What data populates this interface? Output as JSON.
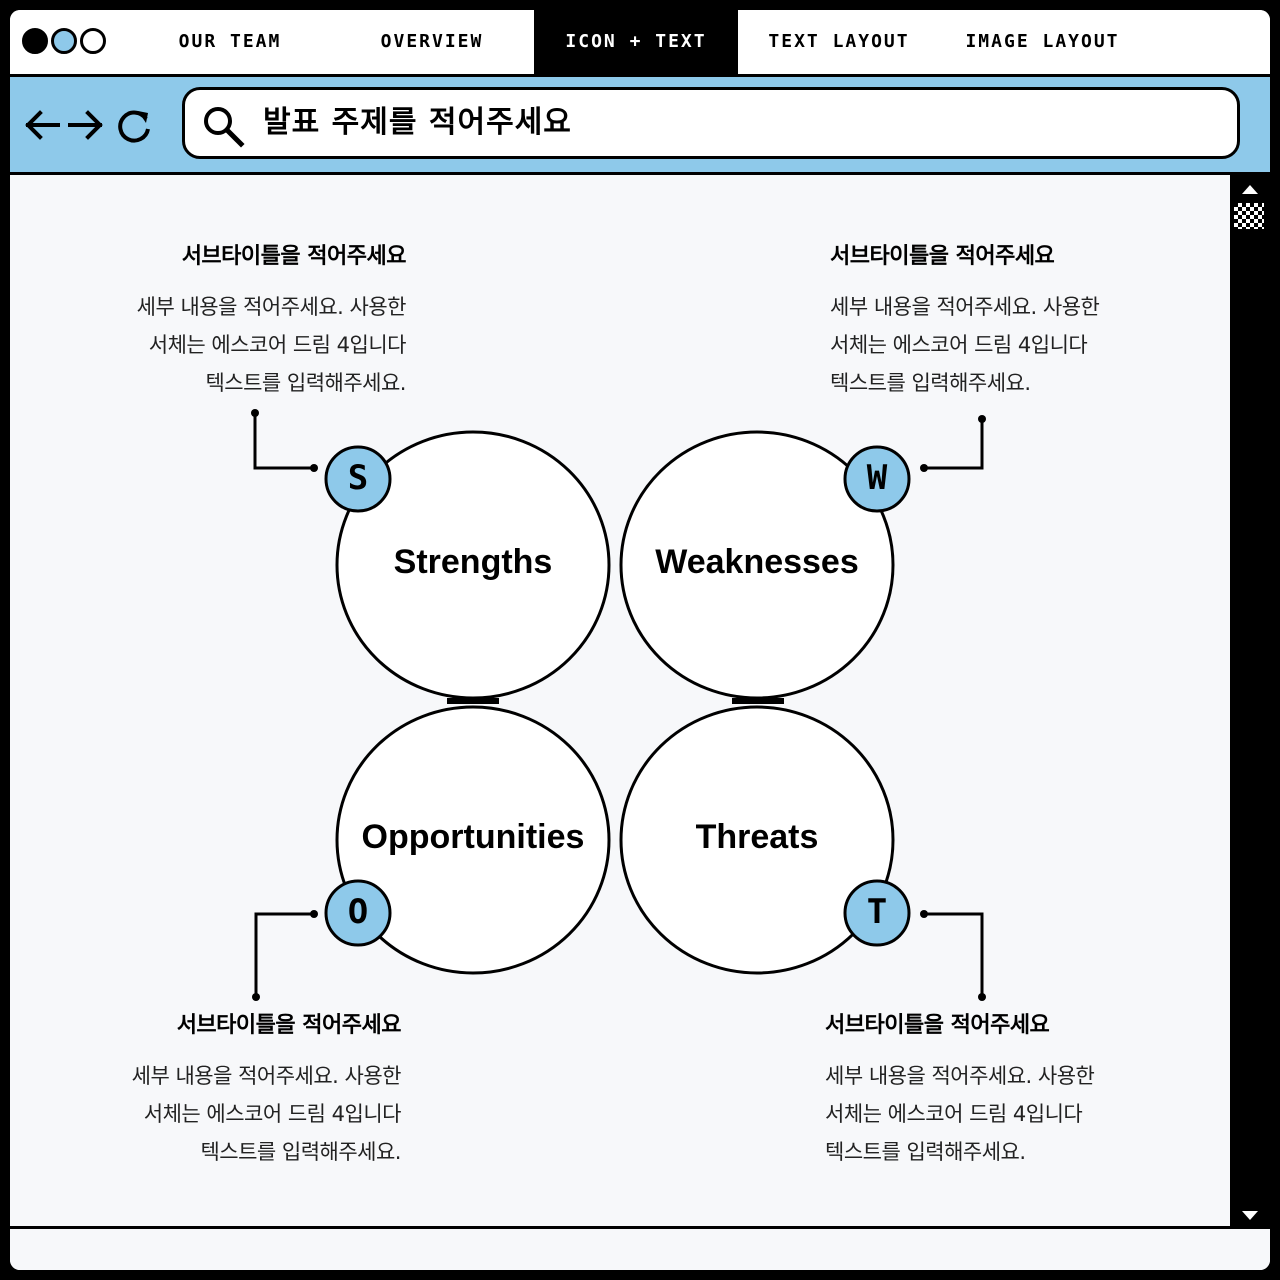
{
  "tabs": [
    {
      "label": "OUR TEAM"
    },
    {
      "label": "OVERVIEW"
    },
    {
      "label": "ICON + TEXT",
      "active": true
    },
    {
      "label": "TEXT LAYOUT"
    },
    {
      "label": "IMAGE LAYOUT"
    }
  ],
  "window_controls": [
    "black-dot",
    "blue-dot",
    "white-dot"
  ],
  "nav": {
    "back_icon": "arrow-left-icon",
    "forward_icon": "arrow-right-icon",
    "refresh_icon": "refresh-icon",
    "search_icon": "search-icon",
    "search_text": "발표 주제를 적어주세요"
  },
  "swot": {
    "strengths": {
      "letter": "S",
      "label": "Strengths"
    },
    "weaknesses": {
      "letter": "W",
      "label": "Weaknesses"
    },
    "opportunities": {
      "letter": "O",
      "label": "Opportunities"
    },
    "threats": {
      "letter": "T",
      "label": "Threats"
    }
  },
  "blocks": {
    "top_left": {
      "subtitle": "서브타이틀을 적어주세요",
      "lines": [
        "세부 내용을 적어주세요. 사용한",
        "서체는 에스코어 드림 4입니다",
        "텍스트를 입력해주세요."
      ]
    },
    "top_right": {
      "subtitle": "서브타이틀을 적어주세요",
      "lines": [
        "세부 내용을 적어주세요. 사용한",
        "서체는 에스코어 드림 4입니다",
        "텍스트를 입력해주세요."
      ]
    },
    "bottom_left": {
      "subtitle": "서브타이틀을 적어주세요",
      "lines": [
        "세부 내용을 적어주세요. 사용한",
        "서체는 에스코어 드림 4입니다",
        "텍스트를 입력해주세요."
      ]
    },
    "bottom_right": {
      "subtitle": "서브타이틀을 적어주세요",
      "lines": [
        "세부 내용을 적어주세요. 사용한",
        "서체는 에스코어 드림 4입니다",
        "텍스트를 입력해주세요."
      ]
    }
  },
  "colors": {
    "accent": "#8ec9ea",
    "background": "#f7f8fa",
    "frame": "#000000"
  }
}
